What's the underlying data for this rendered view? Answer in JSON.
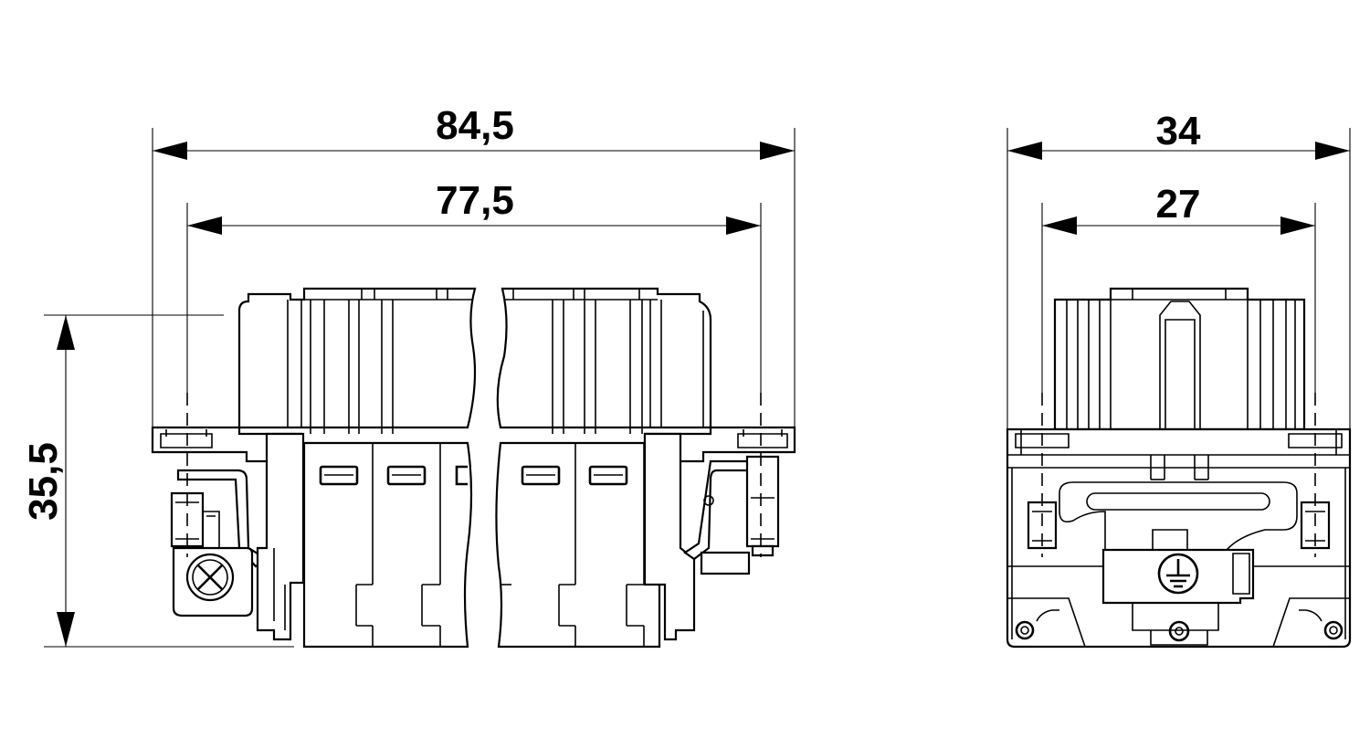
{
  "dimensions": {
    "overall_width": "84,5",
    "inner_width": "77,5",
    "height": "35,5",
    "side_overall_width": "34",
    "side_inner_width": "27"
  },
  "symbols": {
    "earth_ground": "protective-earth-icon"
  }
}
